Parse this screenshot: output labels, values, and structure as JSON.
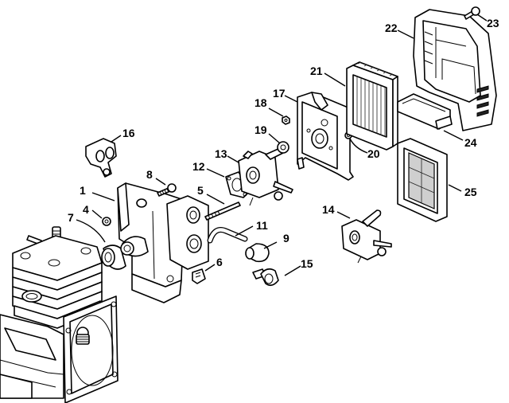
{
  "diagram": {
    "type": "exploded-parts-view",
    "subject": "engine, carburetor and air filter assembly",
    "colors": {
      "line": "#000000",
      "background": "#ffffff"
    },
    "callouts": [
      {
        "id": "1",
        "label": "1"
      },
      {
        "id": "4",
        "label": "4"
      },
      {
        "id": "5",
        "label": "5"
      },
      {
        "id": "6",
        "label": "6"
      },
      {
        "id": "7",
        "label": "7"
      },
      {
        "id": "8",
        "label": "8"
      },
      {
        "id": "9",
        "label": "9"
      },
      {
        "id": "11",
        "label": "11"
      },
      {
        "id": "12",
        "label": "12"
      },
      {
        "id": "13",
        "label": "13"
      },
      {
        "id": "14",
        "label": "14"
      },
      {
        "id": "15",
        "label": "15"
      },
      {
        "id": "16",
        "label": "16"
      },
      {
        "id": "17",
        "label": "17"
      },
      {
        "id": "18",
        "label": "18"
      },
      {
        "id": "19",
        "label": "19"
      },
      {
        "id": "20",
        "label": "20"
      },
      {
        "id": "21",
        "label": "21"
      },
      {
        "id": "22",
        "label": "22"
      },
      {
        "id": "23",
        "label": "23"
      },
      {
        "id": "24",
        "label": "24"
      },
      {
        "id": "25",
        "label": "25"
      }
    ],
    "parts": [
      {
        "callout": "1",
        "depicts": "carburetor-housing"
      },
      {
        "callout": "4",
        "depicts": "washer"
      },
      {
        "callout": "5",
        "depicts": "stud-bolt"
      },
      {
        "callout": "6",
        "depicts": "clip"
      },
      {
        "callout": "7",
        "depicts": "intake-sleeve"
      },
      {
        "callout": "8",
        "depicts": "screw"
      },
      {
        "callout": "9",
        "depicts": "primer-bulb"
      },
      {
        "callout": "11",
        "depicts": "fuel-hose"
      },
      {
        "callout": "12",
        "depicts": "gasket"
      },
      {
        "callout": "13",
        "depicts": "carburetor"
      },
      {
        "callout": "14",
        "depicts": "carburetor-alt"
      },
      {
        "callout": "15",
        "depicts": "primer-valve"
      },
      {
        "callout": "16",
        "depicts": "manifold"
      },
      {
        "callout": "17",
        "depicts": "baseplate"
      },
      {
        "callout": "18",
        "depicts": "nut"
      },
      {
        "callout": "19",
        "depicts": "grommet"
      },
      {
        "callout": "20",
        "depicts": "nut"
      },
      {
        "callout": "21",
        "depicts": "air-filter"
      },
      {
        "callout": "22",
        "depicts": "filter-cover"
      },
      {
        "callout": "23",
        "depicts": "cover-screw"
      },
      {
        "callout": "24",
        "depicts": "filter-tray"
      },
      {
        "callout": "25",
        "depicts": "air-filter-alt"
      }
    ]
  }
}
